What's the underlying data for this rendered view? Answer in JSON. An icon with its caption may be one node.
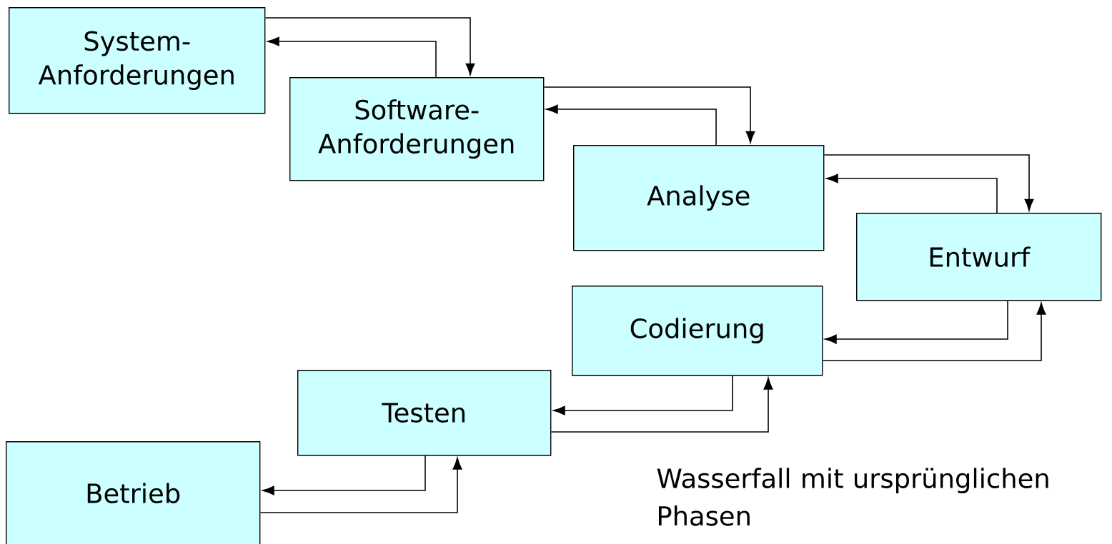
{
  "diagram": {
    "caption": "Wasserfall mit ursprünglichen Phasen",
    "nodes": [
      {
        "text": [
          "System- Anforderungen"
        ]
      },
      {
        "text": [
          "Software- Anforderungen"
        ]
      },
      {
        "text": [
          "Analyse"
        ]
      },
      {
        "text": [
          "Entwurf"
        ]
      },
      {
        "text": [
          "Codierung"
        ]
      },
      {
        "text": [
          "Testen"
        ]
      },
      {
        "text": [
          "Betrieb"
        ]
      }
    ],
    "edges": [
      {
        "from": 0,
        "to": 1,
        "arrow": "to"
      },
      {
        "from": 1,
        "to": 0,
        "arrow": "to"
      },
      {
        "from": 1,
        "to": 2,
        "arrow": "to"
      },
      {
        "from": 2,
        "to": 1,
        "arrow": "to"
      },
      {
        "from": 2,
        "to": 3,
        "arrow": "to"
      },
      {
        "from": 3,
        "to": 2,
        "arrow": "to"
      },
      {
        "from": 3,
        "to": 4,
        "arrow": "to"
      },
      {
        "from": 4,
        "to": 3,
        "arrow": "to"
      },
      {
        "from": 4,
        "to": 5,
        "arrow": "to"
      },
      {
        "from": 5,
        "to": 4,
        "arrow": "to"
      },
      {
        "from": 5,
        "to": 6,
        "arrow": "to"
      },
      {
        "from": 6,
        "to": 5,
        "arrow": "to"
      }
    ]
  }
}
